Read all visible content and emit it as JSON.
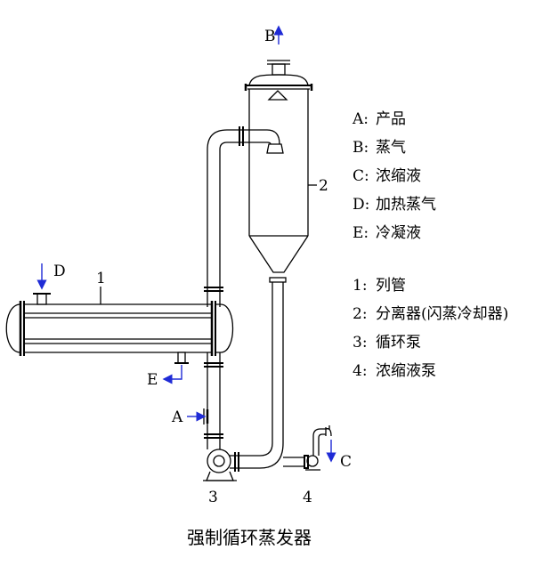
{
  "diagram": {
    "ports": {
      "B": "B",
      "C": "C",
      "D": "D",
      "E": "E",
      "A": "A"
    },
    "parts": {
      "p1": "1",
      "p2": "2",
      "p3": "3",
      "p4": "4"
    }
  },
  "legend": {
    "streams": [
      {
        "code": "A:",
        "label": "产品"
      },
      {
        "code": "B:",
        "label": "蒸气"
      },
      {
        "code": "C:",
        "label": "浓缩液"
      },
      {
        "code": "D:",
        "label": "加热蒸气"
      },
      {
        "code": "E:",
        "label": "冷凝液"
      }
    ],
    "parts": [
      {
        "code": "1:",
        "label": "列管"
      },
      {
        "code": "2:",
        "label": "分离器(闪蒸冷却器)"
      },
      {
        "code": "3:",
        "label": "循环泵"
      },
      {
        "code": "4:",
        "label": "浓缩液泵"
      }
    ]
  },
  "caption": "强制循环蒸发器",
  "colors": {
    "line": "#000000",
    "arrow": "#1f2bd6"
  }
}
